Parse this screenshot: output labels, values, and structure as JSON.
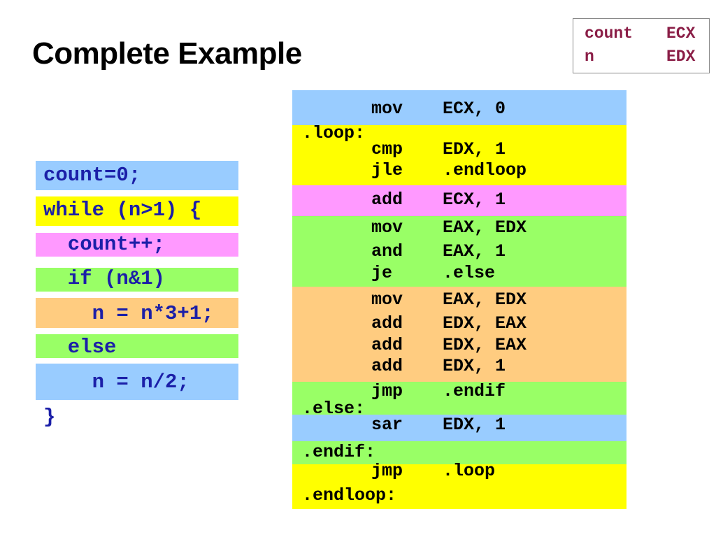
{
  "title": "Complete Example",
  "legend": {
    "rows": [
      {
        "var": "count",
        "reg": "ECX"
      },
      {
        "var": "n",
        "reg": "EDX"
      }
    ]
  },
  "colors": {
    "blue": "#99ccff",
    "yellow": "#ffff00",
    "pink": "#ff99ff",
    "green": "#99ff66",
    "orange": "#ffcc80",
    "code_text": "#1b1fa8",
    "legend_text": "#8a1d46"
  },
  "c_code": [
    "count=0;",
    "while (n>1) {",
    "  count++;",
    "  if (n&1)",
    "    n = n*3+1;",
    "  else",
    "    n = n/2;",
    "}"
  ],
  "asm": {
    "labels": [
      ".loop:",
      ".else:",
      ".endif:",
      ".endloop:"
    ],
    "instructions": [
      {
        "op": "mov",
        "args": "ECX, 0"
      },
      {
        "op": "cmp",
        "args": "EDX, 1"
      },
      {
        "op": "jle",
        "args": ".endloop"
      },
      {
        "op": "add",
        "args": "ECX, 1"
      },
      {
        "op": "mov",
        "args": "EAX, EDX"
      },
      {
        "op": "and",
        "args": "EAX, 1"
      },
      {
        "op": "je",
        "args": ".else"
      },
      {
        "op": "mov",
        "args": "EAX, EDX"
      },
      {
        "op": "add",
        "args": "EDX, EAX"
      },
      {
        "op": "add",
        "args": "EDX, EAX"
      },
      {
        "op": "add",
        "args": "EDX, 1"
      },
      {
        "op": "jmp",
        "args": ".endif"
      },
      {
        "op": "sar",
        "args": "EDX, 1"
      },
      {
        "op": "jmp",
        "args": ".loop"
      }
    ]
  }
}
